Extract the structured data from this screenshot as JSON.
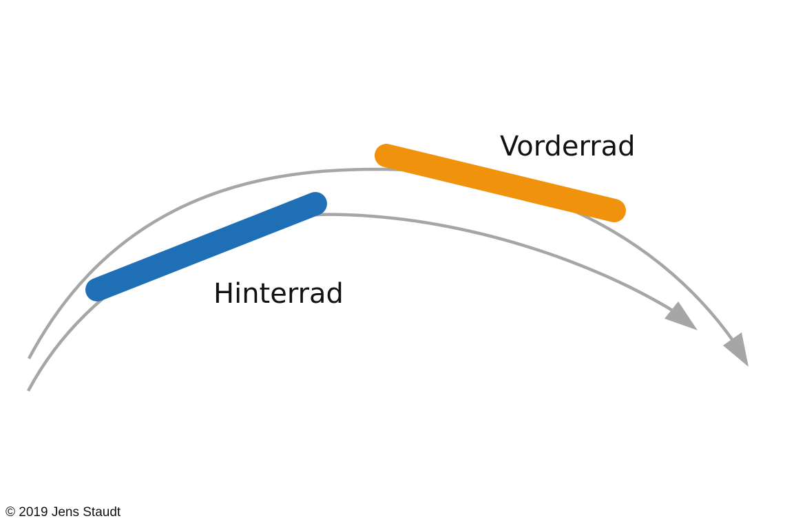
{
  "labels": {
    "front_wheel": "Vorderrad",
    "rear_wheel": "Hinterrad"
  },
  "copyright": "© 2019 Jens Staudt",
  "colors": {
    "front_wheel": "#f0920c",
    "rear_wheel": "#1f6fb7",
    "track": "#a6a6a6",
    "text": "#111111"
  }
}
